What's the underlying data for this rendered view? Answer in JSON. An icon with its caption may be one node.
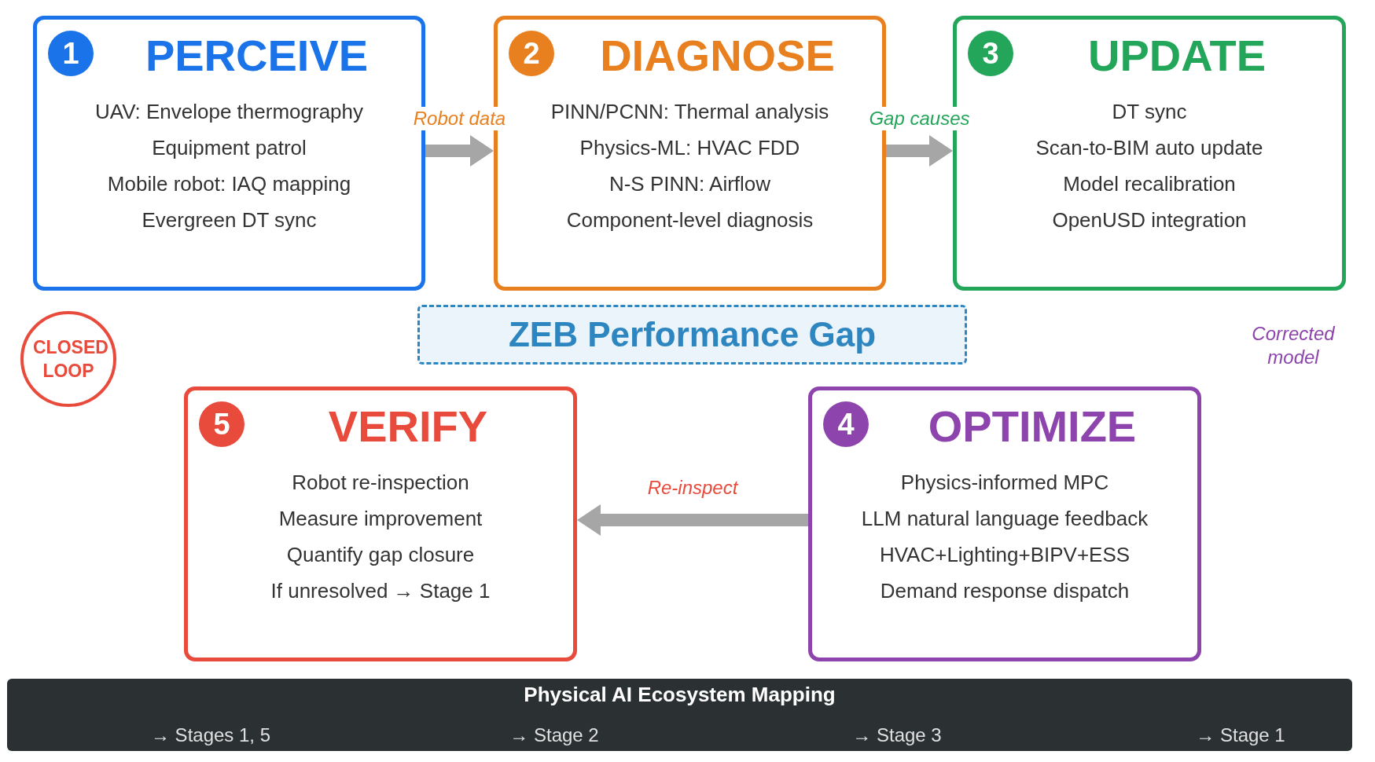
{
  "diagram": {
    "nodes": [
      {
        "text": [
          "1",
          "PERCEIVE",
          "UAV: Envelope thermography",
          "Equipment patrol",
          "Mobile robot: IAQ mapping",
          "Evergreen DT sync"
        ]
      },
      {
        "text": [
          "2",
          "DIAGNOSE",
          "PINN/PCNN: Thermal analysis",
          "Physics-ML: HVAC FDD",
          "N-S PINN: Airflow",
          "Component-level diagnosis"
        ]
      },
      {
        "text": [
          "3",
          "UPDATE",
          "DT sync",
          "Scan-to-BIM auto update",
          "Model recalibration",
          "OpenUSD integration"
        ]
      },
      {
        "text": [
          "CLOSED LOOP"
        ]
      },
      {
        "text": [
          "ZEB Performance Gap"
        ]
      },
      {
        "text": [
          "5",
          "VERIFY",
          "Robot re-inspection",
          "Measure improvement",
          "Quantify gap closure",
          "If unresolved → Stage 1"
        ]
      },
      {
        "text": [
          "4",
          "OPTIMIZE",
          "Physics-informed MPC",
          "LLM natural language feedback",
          "HVAC+Lighting+BIPV+ESS",
          "Demand response dispatch"
        ]
      },
      {
        "text": [
          "Physical AI Ecosystem Mapping",
          "→ Stages 1, 5",
          "→ Stage 2",
          "→ Stage 3",
          "→ Stage 1"
        ]
      }
    ],
    "edges": [
      {
        "from": 0,
        "to": 1,
        "arrow": "to",
        "label": "Robot data"
      },
      {
        "from": 1,
        "to": 2,
        "arrow": "to",
        "label": "Gap causes"
      },
      {
        "from": 6,
        "to": 5,
        "arrow": "to",
        "label": "Re-inspect"
      }
    ],
    "labels": [
      "Corrected model"
    ]
  }
}
